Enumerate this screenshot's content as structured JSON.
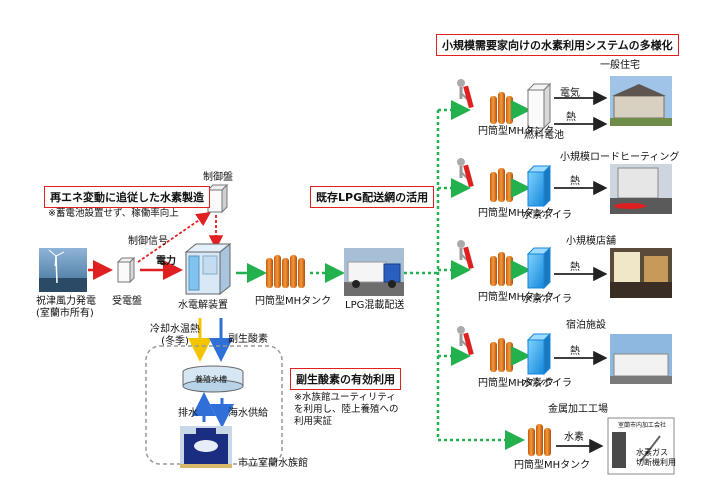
{
  "headers": {
    "diversify": "小規模需要家向けの水素利用システムの多様化",
    "renewable": "再エネ変動に追従した水素製造",
    "lpg": "既存LPG配送網の活用",
    "byproduct": "副生酸素の有効利用"
  },
  "notes": {
    "battery": "※蓄電池設置せず、稼働率向上",
    "aquarium": "※水族館ユーティリティを利用し、陸上養殖への利用実証"
  },
  "labels": {
    "wind": "祝津風力発電\n(室蘭市所有)",
    "substation": "受電盤",
    "control_panel": "制御盤",
    "control_signal": "制御信号",
    "power": "電力",
    "electrolyzer": "水電解装置",
    "cooling": "冷却水温熱\n(冬季)",
    "oxygen": "副生酸素",
    "tank_name": "養殖水槽",
    "drain": "排水",
    "seawater": "海水供給",
    "aquarium": "市立室蘭水族館",
    "mh_tank": "円筒型MHタンク",
    "lpg_delivery": "LPG混載配送",
    "fuel_cell": "燃料電池",
    "boiler": "水素ボイラ",
    "electricity": "電気",
    "heat": "熱",
    "hydrogen": "水素",
    "house": "一般住宅",
    "road_heating": "小規模ロードヒーティング",
    "shop": "小規模店舗",
    "lodging": "宿泊施設",
    "metal": "金属加工工場",
    "cut_photo_top": "室蘭市内加工会社",
    "cut_photo_bottom": "水素ガス\n切断機利用"
  },
  "colors": {
    "red": "#e02020",
    "green": "#22b14c",
    "blue": "#2e6fd8",
    "yellow": "#f5c400",
    "orange": "#ee7a1c",
    "cyan": "#1ea4e6",
    "navy": "#1a2d80"
  }
}
